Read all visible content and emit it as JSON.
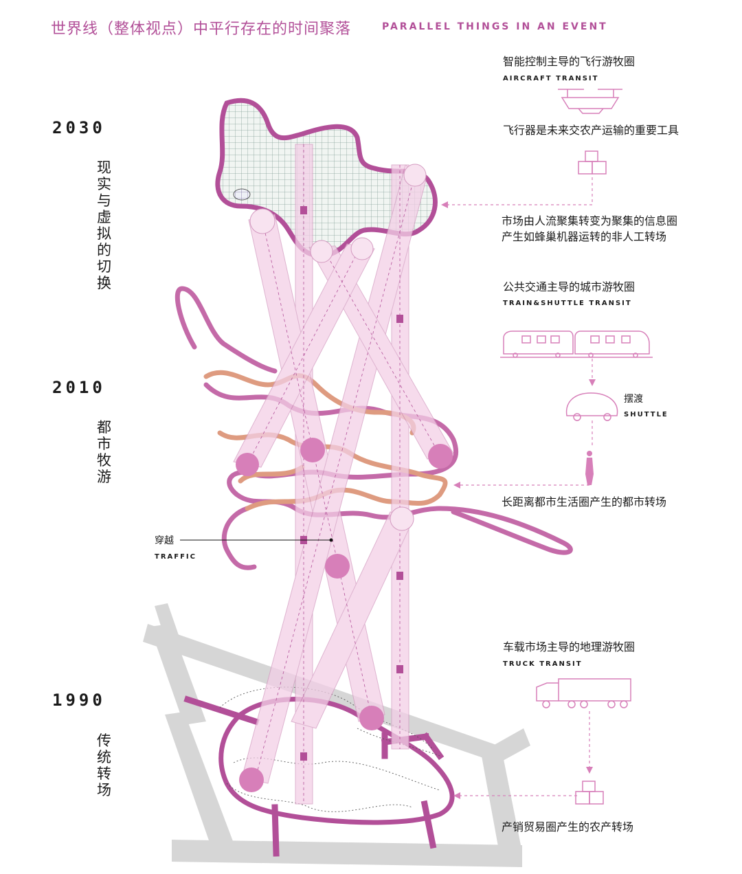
{
  "header": {
    "title_cn": "世界线（整体视点）中平行存在的时间聚落",
    "title_en": "PARALLEL THINGS IN AN EVENT"
  },
  "timeline": [
    {
      "year": "2030",
      "era": "现实与虚拟的切换"
    },
    {
      "year": "2010",
      "era": "都市牧游"
    },
    {
      "year": "1990",
      "era": "传统转场"
    }
  ],
  "annotations": {
    "aircraft": {
      "title": "智能控制主导的飞行游牧圈",
      "en": "AIRCRAFT TRANSIT",
      "note": "飞行器是未来交农产运输的重要工具",
      "desc1": "市场由人流聚集转变为聚集的信息圈",
      "desc2": "产生如蜂巢机器运转的非人工转场"
    },
    "train": {
      "title": "公共交通主导的城市游牧圈",
      "en": "TRAIN&SHUTTLE TRANSIT",
      "shuttle_cn": "摆渡",
      "shuttle_en": "SHUTTLE",
      "desc": "长距离都市生活圈产生的都市转场"
    },
    "traffic": {
      "cn": "穿越",
      "en": "TRAFFIC"
    },
    "truck": {
      "title": "车载市场主导的地理游牧圈",
      "en": "TRUCK TRANSIT",
      "desc": "产销贸易圈产生的农产转场"
    }
  },
  "colors": {
    "accent": "#b24f98",
    "magenta_loop": "#c46aa8",
    "salmon_loop": "#de9b80",
    "tube_fill": "#f3cfe6",
    "map_grey": "#d6d6d6",
    "icon_stroke": "#d77fb9"
  }
}
